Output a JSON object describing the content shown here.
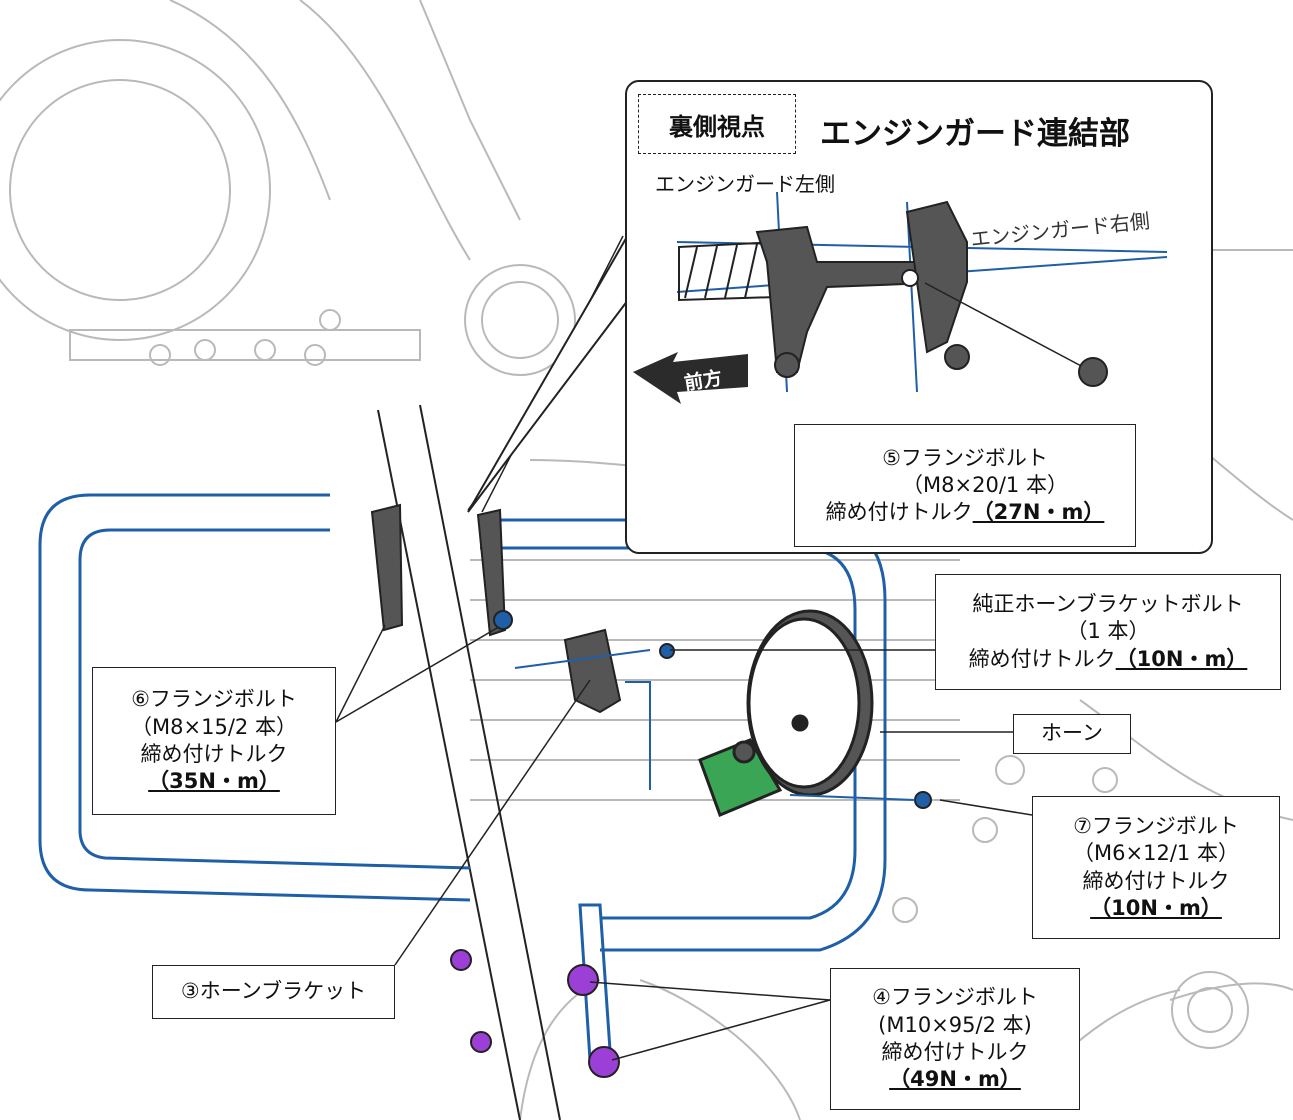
{
  "inset": {
    "view_tag": "裏側視点",
    "title": "エンジンガード連結部",
    "left_label": "エンジンガード左側",
    "right_label": "エンジンガード右側",
    "forward_label": "前方"
  },
  "callouts": {
    "bolt5": {
      "line1": "⑤フランジボルト",
      "line2": "（M8×20/1 本）",
      "torque_prefix": "締め付けトルク",
      "torque_value": "（27N・m）"
    },
    "horn_bracket_bolt": {
      "line1": "純正ホーンブラケットボルト",
      "line2": "（1 本）",
      "torque_prefix": "締め付けトルク",
      "torque_value": "（10N・m）"
    },
    "bolt6": {
      "line1": "⑥フランジボルト",
      "line2": "（M8×15/2 本）",
      "torque_prefix": "締め付けトルク",
      "torque_value": "（35N・m）"
    },
    "horn": {
      "line1": "ホーン"
    },
    "bolt7": {
      "line1": "⑦フランジボルト",
      "line2": "（M6×12/1 本）",
      "torque_prefix": "締め付けトルク",
      "torque_value": "（10N・m）"
    },
    "bracket3": {
      "line1": "③ホーンブラケット"
    },
    "bolt4": {
      "line1": "④フランジボルト",
      "line2": "(M10×95/2 本)",
      "torque_prefix": "締め付けトルク",
      "torque_value": "（49N・m）"
    }
  },
  "colors": {
    "guard_blue": "#1f5fa8",
    "bolt_purple": "#9b3fd6",
    "bracket_green": "#3aa655",
    "dark_part": "#4a4a4a",
    "sketch_gray": "#b9b9b9"
  }
}
